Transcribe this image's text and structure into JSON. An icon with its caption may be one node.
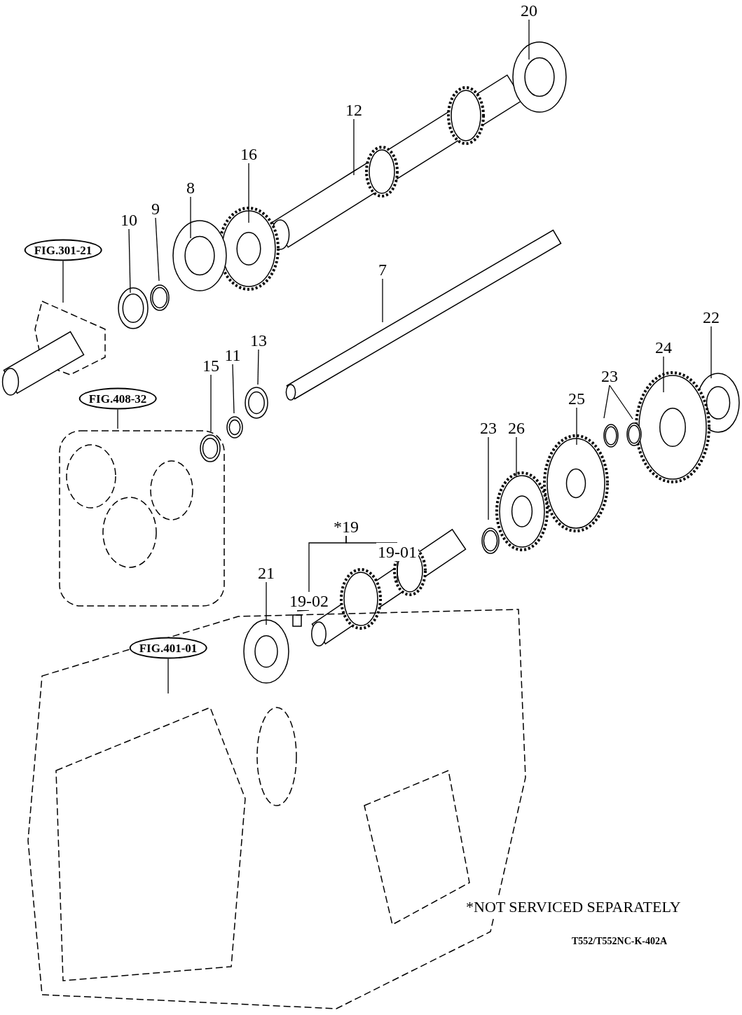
{
  "diagram": {
    "nodes": [
      {
        "text": [
          "20"
        ]
      },
      {
        "text": [
          "12"
        ]
      },
      {
        "text": [
          "16"
        ]
      },
      {
        "text": [
          "8"
        ]
      },
      {
        "text": [
          "9"
        ]
      },
      {
        "text": [
          "10"
        ]
      },
      {
        "text": [
          "FIG.301-21"
        ]
      },
      {
        "text": [
          "7"
        ]
      },
      {
        "text": [
          "22"
        ]
      },
      {
        "text": [
          "13"
        ]
      },
      {
        "text": [
          "15"
        ]
      },
      {
        "text": [
          "11"
        ]
      },
      {
        "text": [
          "24"
        ]
      },
      {
        "text": [
          "23"
        ]
      },
      {
        "text": [
          "FIG.408-32"
        ]
      },
      {
        "text": [
          "25"
        ]
      },
      {
        "text": [
          "26"
        ]
      },
      {
        "text": [
          "23"
        ]
      },
      {
        "text": [
          "*19"
        ]
      },
      {
        "text": [
          "19-01"
        ]
      },
      {
        "text": [
          "19-02"
        ]
      },
      {
        "text": [
          "21"
        ]
      },
      {
        "text": [
          "FIG.401-01"
        ]
      }
    ],
    "edges": [
      {
        "from": 0,
        "to": null,
        "arrow": "none"
      },
      {
        "from": 1,
        "to": null,
        "arrow": "none"
      },
      {
        "from": 2,
        "to": null,
        "arrow": "none"
      },
      {
        "from": 3,
        "to": null,
        "arrow": "none"
      },
      {
        "from": 4,
        "to": null,
        "arrow": "none"
      },
      {
        "from": 5,
        "to": null,
        "arrow": "none"
      },
      {
        "from": 6,
        "to": null,
        "arrow": "none"
      },
      {
        "from": 7,
        "to": null,
        "arrow": "none"
      },
      {
        "from": 8,
        "to": null,
        "arrow": "none"
      },
      {
        "from": 9,
        "to": null,
        "arrow": "none"
      },
      {
        "from": 10,
        "to": null,
        "arrow": "none"
      },
      {
        "from": 11,
        "to": null,
        "arrow": "none"
      },
      {
        "from": 12,
        "to": null,
        "arrow": "none"
      },
      {
        "from": 13,
        "to": null,
        "arrow": "none"
      },
      {
        "from": 13,
        "to": null,
        "arrow": "none"
      },
      {
        "from": 14,
        "to": null,
        "arrow": "none"
      },
      {
        "from": 15,
        "to": null,
        "arrow": "none"
      },
      {
        "from": 16,
        "to": null,
        "arrow": "none"
      },
      {
        "from": 17,
        "to": null,
        "arrow": "none"
      },
      {
        "from": 18,
        "to": 19,
        "arrow": "none"
      },
      {
        "from": 18,
        "to": 20,
        "arrow": "none"
      },
      {
        "from": 19,
        "to": null,
        "arrow": "none"
      },
      {
        "from": 20,
        "to": null,
        "arrow": "none"
      },
      {
        "from": 21,
        "to": null,
        "arrow": "none"
      },
      {
        "from": 22,
        "to": null,
        "arrow": "none"
      }
    ],
    "labels": [
      "*NOT SERVICED SEPARATELY",
      "T552/T552NC-K-402A"
    ]
  }
}
